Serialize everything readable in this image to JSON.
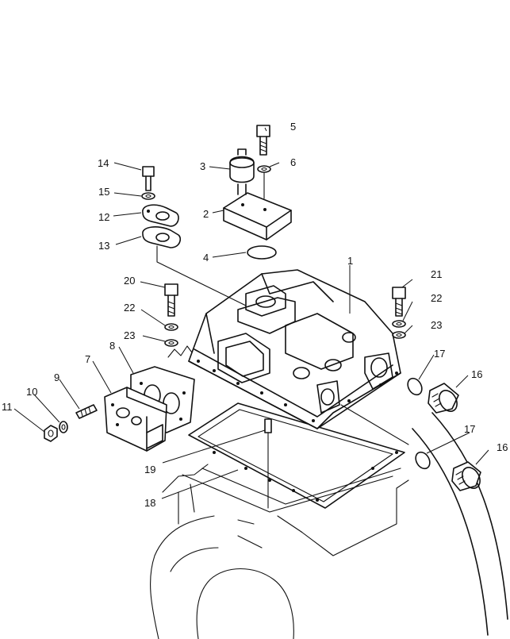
{
  "labels": {
    "1": "1",
    "2": "2",
    "3": "3",
    "4": "4",
    "5": "5",
    "6": "6",
    "7": "7",
    "8": "8",
    "9": "9",
    "10": "10",
    "11": "11",
    "12": "12",
    "13": "13",
    "14": "14",
    "15": "15",
    "16": "16",
    "17": "17",
    "18": "18",
    "19": "19",
    "20": "20",
    "21": "21",
    "22": "22",
    "23": "23"
  }
}
